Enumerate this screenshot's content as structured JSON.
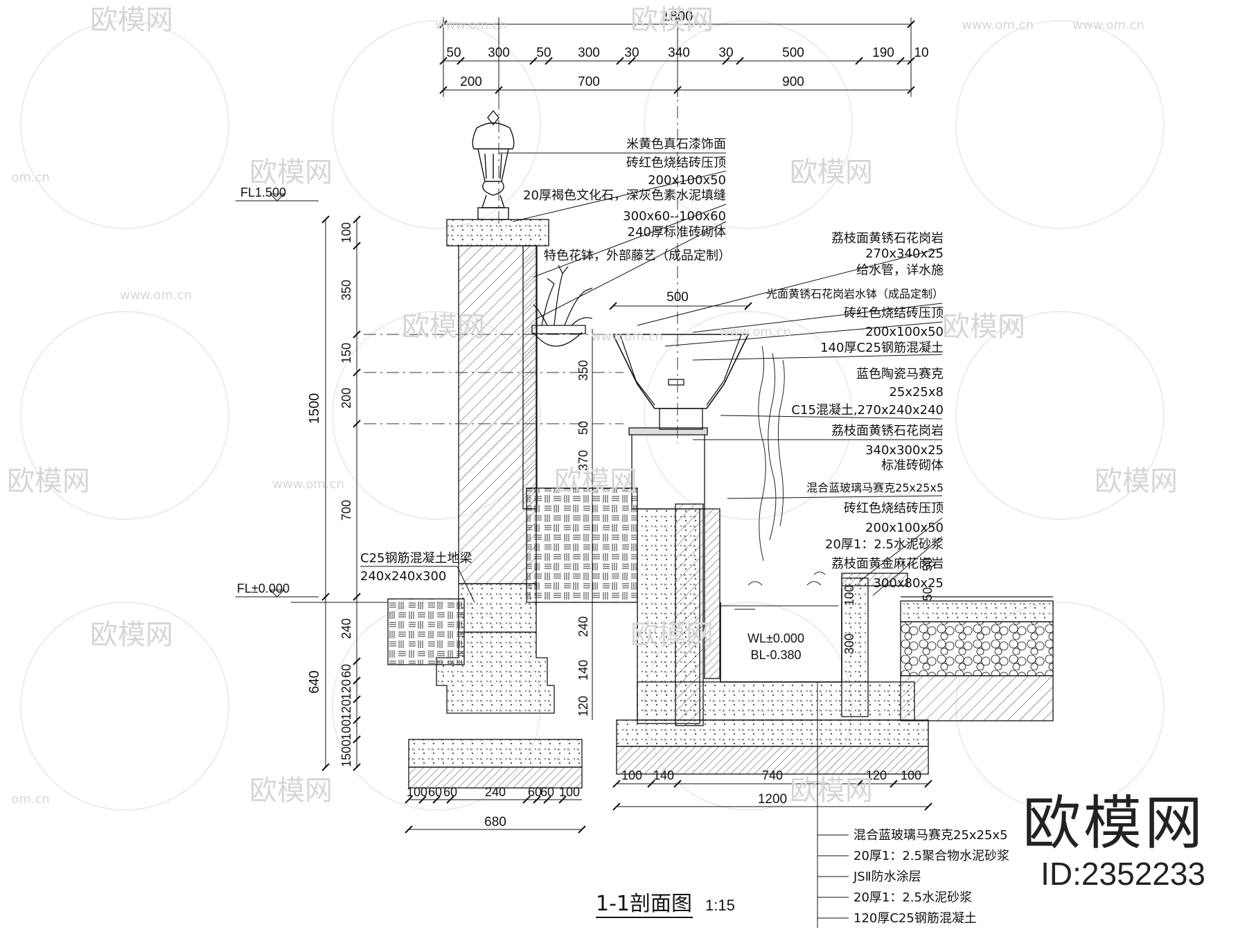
{
  "dims_top": {
    "total": "1800",
    "row1": [
      "50",
      "300",
      "50",
      "300",
      "30",
      "340",
      "30",
      "500",
      "190",
      "10"
    ],
    "row2": [
      "200",
      "700",
      "900"
    ]
  },
  "elev_labels": [
    "FL1.500",
    "FL±0.000"
  ],
  "dims_left": [
    "100",
    "350",
    "150",
    "200",
    "700",
    "240",
    "60",
    "120",
    "120",
    "100",
    "1500",
    "640"
  ],
  "dims_inner": [
    "350",
    "50",
    "370",
    "500",
    "240",
    "140",
    "120",
    "100",
    "300",
    "50",
    "50"
  ],
  "dim_500": "500",
  "dims_bottom_left": [
    "100",
    "60",
    "60",
    "240",
    "60",
    "60",
    "100",
    "680"
  ],
  "dims_bottom_right": [
    "100",
    "140",
    "740",
    "120",
    "100",
    "1200"
  ],
  "wl": [
    "WL±0.000",
    "BL-0.380"
  ],
  "notes_upper": [
    "米黄色真石漆饰面",
    "砖红色烧结砖压顶",
    "200x100x50",
    "20厚褐色文化石，深灰色素水泥填缝",
    "300x60--100x60",
    "240厚标准砖砌体",
    "特色花钵，外部藤艺（成品定制）"
  ],
  "notes_right": [
    "荔枝面黄锈石花岗岩",
    "270x340x25",
    "给水管，详水施",
    "光面黄锈石花岗岩水钵（成品定制）",
    "砖红色烧结砖压顶",
    "200x100x50",
    "140厚C25钢筋混凝土",
    "蓝色陶瓷马赛克",
    "25x25x8",
    "C15混凝土,270x240x240",
    "荔枝面黄锈石花岗岩",
    "340x300x25",
    "标准砖砌体",
    "混合蓝玻璃马赛克25x25x5",
    "砖红色烧结砖压顶",
    "200x100x50",
    "20厚1：2.5水泥砂浆",
    "荔枝面黄金麻花岗岩",
    "300x80x25"
  ],
  "note_beam": [
    "C25钢筋混凝土地梁",
    "240x240x300"
  ],
  "notes_bottom": [
    "混合蓝玻璃马赛克25x25x5",
    "20厚1：2.5聚合物水泥砂浆",
    "JSⅡ防水涂层",
    "20厚1：2.5水泥砂浆",
    "120厚C25钢筋混凝土"
  ],
  "title": "1-1剖面图",
  "scale": "1:15",
  "watermark": {
    "brand": "欧模网",
    "url": "www.om.cn",
    "url_short": "om.cn"
  },
  "brand": {
    "name": "欧模网",
    "id": "ID:2352233"
  }
}
